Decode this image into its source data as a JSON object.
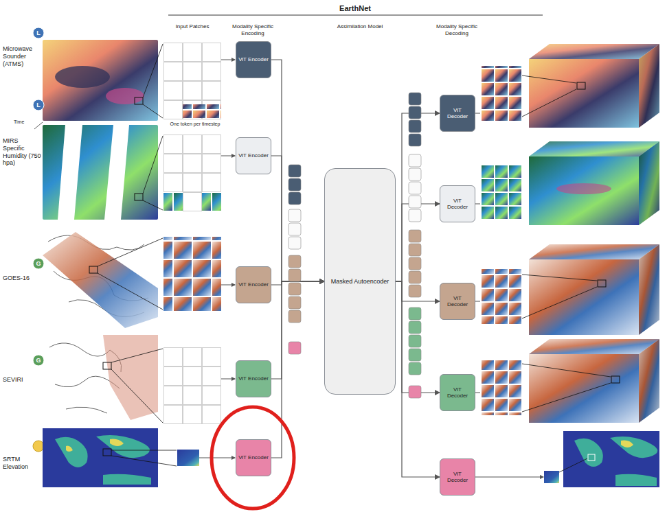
{
  "diagram": {
    "title": "EarthNet",
    "nodes": [
      {
        "text": [
          "L"
        ]
      },
      {
        "text": [
          "L"
        ]
      },
      {
        "text": [
          "G"
        ]
      },
      {
        "text": [
          "G"
        ]
      },
      {
        "text": [
          "ViT Encoder"
        ]
      },
      {
        "text": [
          "ViT Encoder"
        ]
      },
      {
        "text": [
          "ViT Encoder"
        ]
      },
      {
        "text": [
          "ViT Encoder"
        ]
      },
      {
        "text": [
          "ViT Encoder"
        ]
      },
      {
        "text": [
          "Masked Autoencoder"
        ]
      },
      {
        "text": [
          "ViT Decoder"
        ]
      },
      {
        "text": [
          "ViT Decoder"
        ]
      },
      {
        "text": [
          "ViT Decoder"
        ]
      },
      {
        "text": [
          "ViT Decoder"
        ]
      },
      {
        "text": [
          "ViT Decoder"
        ]
      }
    ],
    "edges": [
      {
        "from": 4,
        "to": 9,
        "arrow": "to"
      },
      {
        "from": 5,
        "to": 9,
        "arrow": "to"
      },
      {
        "from": 6,
        "to": 9,
        "arrow": "to"
      },
      {
        "from": 7,
        "to": 9,
        "arrow": "to"
      },
      {
        "from": 8,
        "to": 9,
        "arrow": "to"
      },
      {
        "from": 9,
        "to": 10,
        "arrow": "to"
      },
      {
        "from": 9,
        "to": 11,
        "arrow": "to"
      },
      {
        "from": 9,
        "to": 12,
        "arrow": "to"
      },
      {
        "from": 9,
        "to": 13,
        "arrow": "to"
      },
      {
        "from": 9,
        "to": 14,
        "arrow": "to"
      }
    ],
    "labels": [
      "Input Patches",
      "Modality Specific Encoding",
      "Assimilation Model",
      "Modality Specific Decoding",
      "Microwave Sounder (ATMS)",
      "Time",
      "One token per timestep",
      "MIRS Specific Humidity (750 hpa)",
      "GOES-16",
      "SEVIRI",
      "SRTM Elevation"
    ]
  }
}
